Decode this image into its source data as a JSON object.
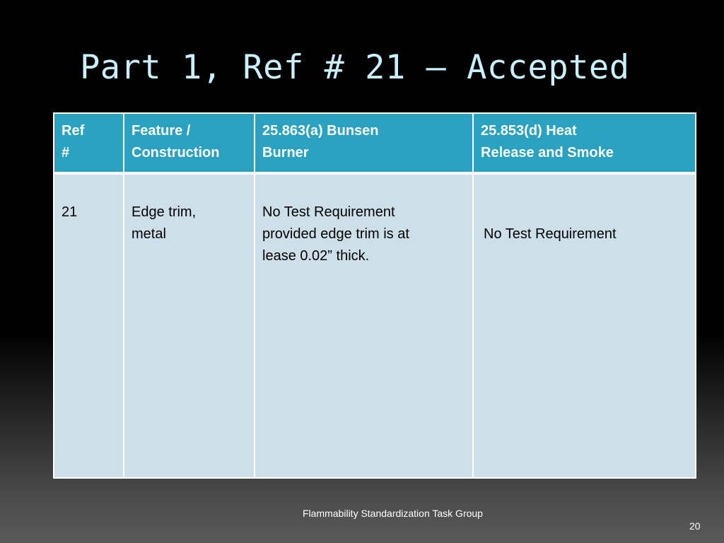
{
  "slide": {
    "title": "Part 1, Ref # 21 – Accepted"
  },
  "table": {
    "headers": [
      {
        "code": "",
        "label": "Ref\n#"
      },
      {
        "code": "",
        "label": "Feature /\nConstruction"
      },
      {
        "code": "25.863(a)",
        "label": " Bunsen\nBurner"
      },
      {
        "code": "25.853(d)",
        "label": " Heat\nRelease and Smoke"
      }
    ],
    "rows": [
      {
        "ref": "21",
        "feature": "Edge trim,\nmetal",
        "bunsen": "No Test Requirement\nprovided edge trim is at\nlease 0.02” thick.",
        "heat": "No Test Requirement"
      }
    ]
  },
  "footer": {
    "text": "Flammability Standardization Task Group",
    "page_number": "20"
  },
  "colors": {
    "title": "#c8f0ff",
    "header_bg": "#2aa1bf",
    "body_bg": "#cddfe8"
  }
}
